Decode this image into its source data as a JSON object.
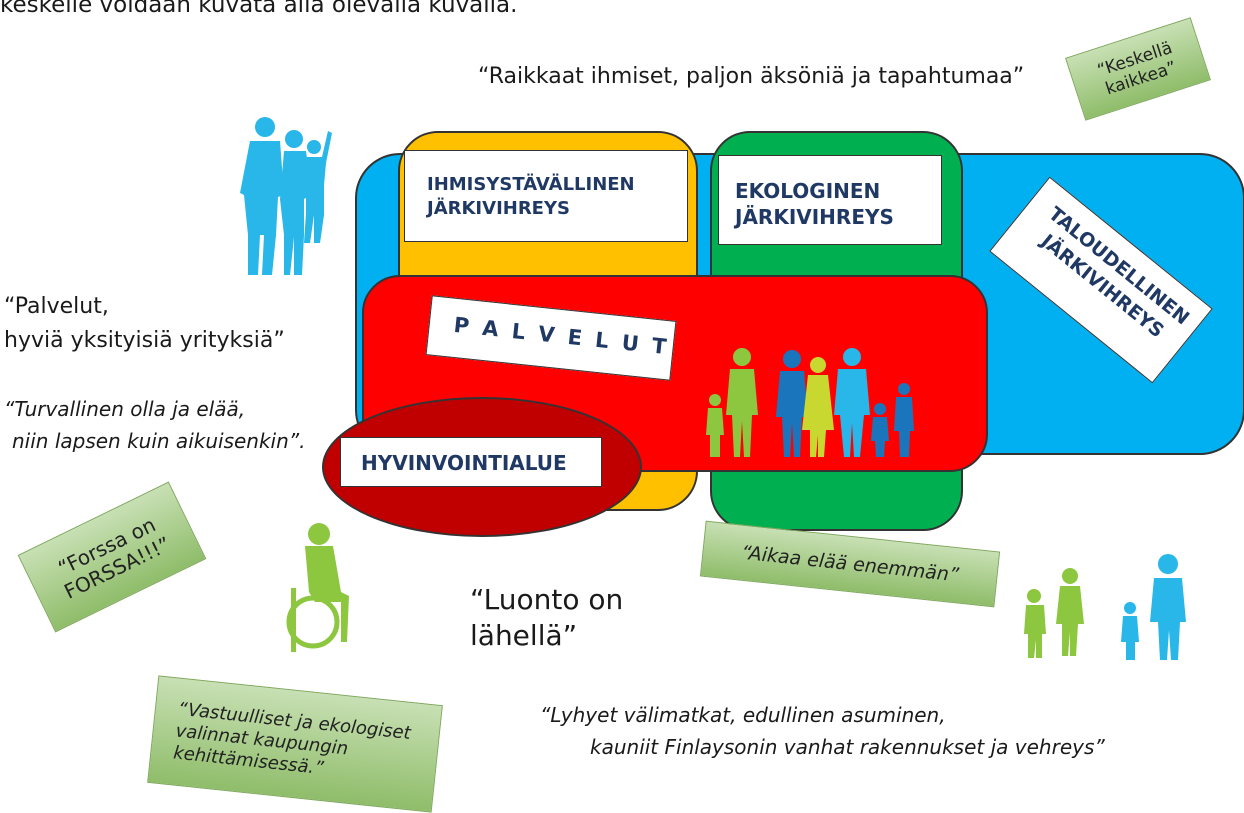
{
  "intro_text": "keskelle voidaan kuvata alla olevalla kuvalla.",
  "notes": {
    "keskella": "“Keskellä kaikkea”",
    "keskella_l1": "“Keskellä",
    "keskella_l2": "kaikkea”",
    "forssa_l1": "“Forssa on",
    "forssa_l2": "FORSSA!!!”",
    "aikaa": "“Aikaa elää enemmän”",
    "vastuu_l1": "“Vastuulliset ja ekologiset",
    "vastuu_l2": "valinnat kaupungin",
    "vastuu_l3": "kehittämisessä.”"
  },
  "quotes": {
    "raikkaat": "“Raikkaat ihmiset, paljon äksöniä ja tapahtumaa”",
    "palvelut_l1": "“Palvelut,",
    "palvelut_l2": "hyviä yksityisiä yrityksiä”",
    "turvallinen_l1": "“Turvallinen olla ja elää,",
    "turvallinen_l2": "niin lapsen kuin aikuisenkin”.",
    "luonto_l1": "“Luonto on",
    "luonto_l2": "lähellä”",
    "lyhyet_l1": "“Lyhyet välimatkat, edullinen asuminen,",
    "lyhyet_l2": "kauniit Finlaysonin vanhat rakennukset ja vehreys”"
  },
  "diagram": {
    "ihmis_l1": "IHMISYSTÄVÄLLINEN",
    "ihmis_l2": "JÄRKIVIHREYS",
    "eko_l1": "EKOLOGINEN",
    "eko_l2": "JÄRKIVIHREYS",
    "talous_l1": "TALOUDELLINEN",
    "talous_l2": "JÄRKIVIHREYS",
    "palvelut": "P A L V E L U T",
    "hyvinvointi": "HYVINVOINTIALUE"
  },
  "colors": {
    "blue_box": "#00b0f0",
    "orange_box": "#ffc000",
    "green_box": "#00b050",
    "red_box": "#ff0000",
    "darkred_ellipse": "#c00000",
    "label_text": "#1f3864",
    "figure_blue": "#29b6e8",
    "figure_green": "#8dc63f"
  },
  "icons": [
    "family-silhouette-icon",
    "wheelchair-person-icon",
    "group-people-icon",
    "children-parent-icon"
  ]
}
